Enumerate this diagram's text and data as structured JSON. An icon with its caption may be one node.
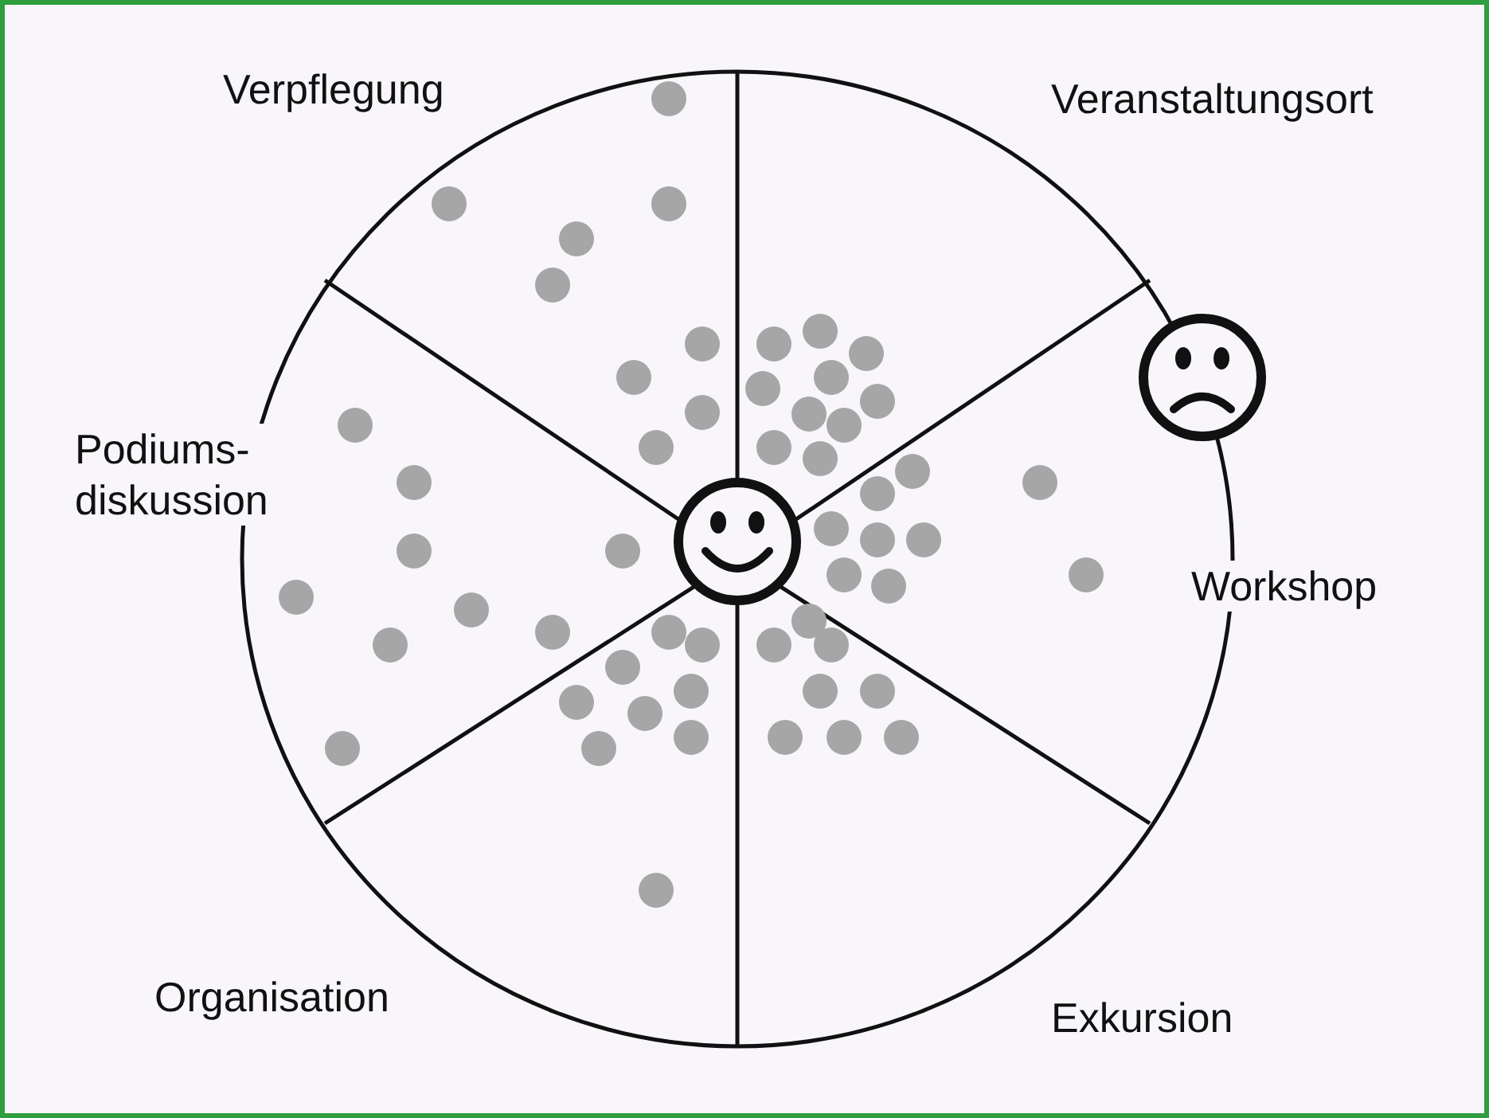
{
  "diagram": {
    "labels": [
      "Verpflegung",
      "Veranstaltungsort",
      "Podiums- diskussion",
      "Workshop",
      "Organisation",
      "Exkursion"
    ]
  }
}
